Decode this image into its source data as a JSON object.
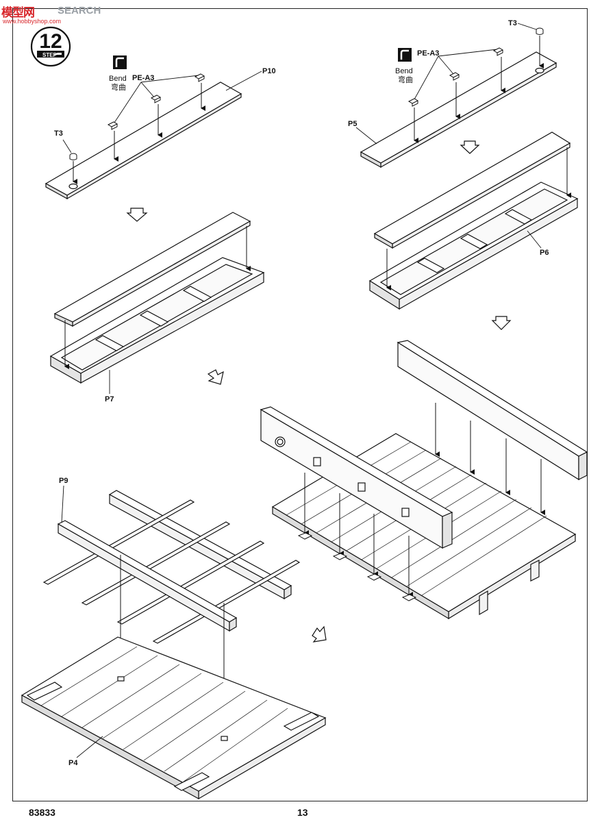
{
  "watermark": {
    "logo": "模型网",
    "search": "SEARCH",
    "url": "www.hobbyshop.com"
  },
  "step": {
    "number": "12",
    "label": "STEP"
  },
  "bend_instruction": {
    "word": "Bend",
    "chinese": "弯曲",
    "icon": "bend-icon"
  },
  "parts": {
    "pe_a3": "PE-A3",
    "t3": "T3",
    "p10": "P10",
    "p5": "P5",
    "p6": "P6",
    "p7": "P7",
    "p9": "P9",
    "p4": "P4"
  },
  "footer": {
    "kit_number": "83833",
    "page_number": "13"
  }
}
